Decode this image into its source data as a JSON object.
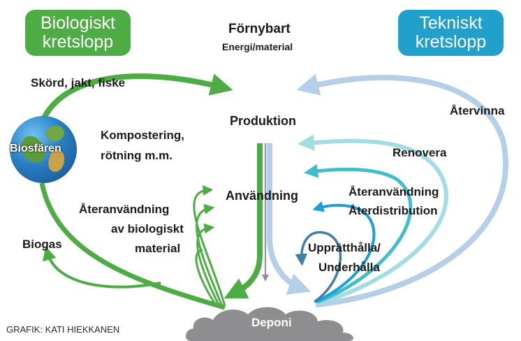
{
  "boxes": {
    "biologiskt": "Biologiskt\nkretslopp",
    "tekniskt": "Tekniskt\nkretslopp"
  },
  "header": {
    "fornybart": "Förnybart",
    "energi": "Energi/material"
  },
  "labels": {
    "skord": "Skörd, jakt, fiske",
    "biosfaren": "Biosfären",
    "kompostering_1": "Kompostering,",
    "kompostering_2": "rötning m.m.",
    "produktion": "Produktion",
    "anvandning": "Användning",
    "ateranv_bio_1": "Återanvändning",
    "ateranv_bio_2": "av biologiskt",
    "ateranv_bio_3": "material",
    "biogas": "Biogas",
    "atervinna": "Återvinna",
    "renovera": "Renovera",
    "ateranv_tek_1": "Återanvändning",
    "ateranv_tek_2": "Återdistribution",
    "uppratt_1": "Upprätthålla/",
    "uppratt_2": "Underhålla",
    "deponi": "Deponi"
  },
  "credit": "GRAFIK: KATI HIEKKANEN",
  "colors": {
    "bio_green": "#4eac44",
    "tek_blue": "#21a0cc",
    "atervinna_blue": "#b6cfe8",
    "renovera_teal": "#a3dde3",
    "ateranv_teal": "#40bccd",
    "distribution_blue": "#1c9ed8",
    "uppratt_blue": "#3d7fa8",
    "deponi_gray": "#8e8e90"
  }
}
